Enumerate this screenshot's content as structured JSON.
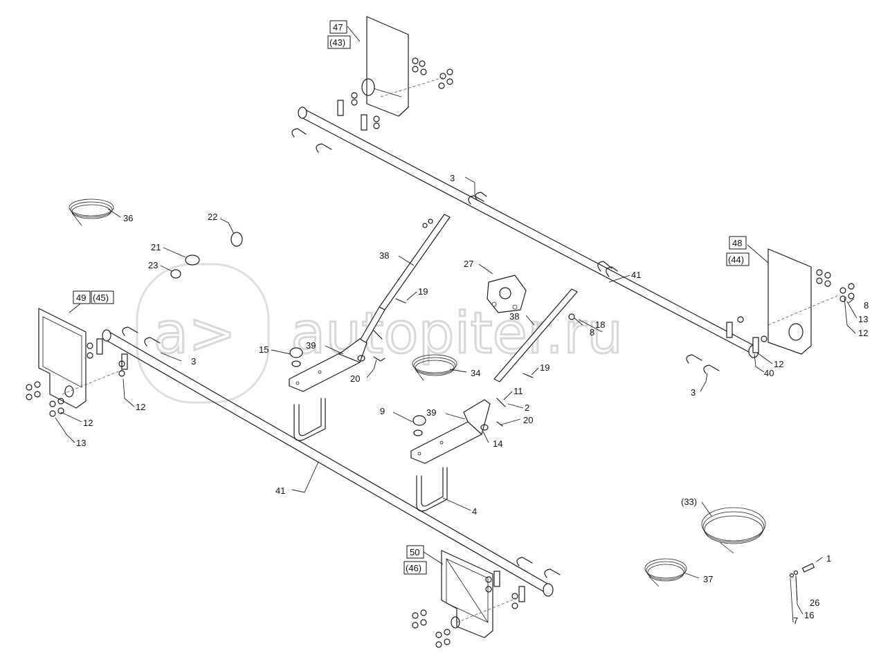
{
  "watermark": {
    "text": "autopiter.ru"
  },
  "labels": {
    "l1": "1",
    "l2": "2",
    "l3a": "3",
    "l3b": "3",
    "l3c": "3",
    "l4": "4",
    "l7": "7",
    "l8a": "8",
    "l8b": "8",
    "l9": "9",
    "l11": "11",
    "l12a": "12",
    "l12b": "12",
    "l12c": "12",
    "l12d": "12",
    "l13a": "13",
    "l13b": "13",
    "l14": "14",
    "l15": "15",
    "l16": "16",
    "l18": "18",
    "l19a": "19",
    "l19b": "19",
    "l20a": "20",
    "l20b": "20",
    "l21": "21",
    "l22": "22",
    "l23": "23",
    "l26": "26",
    "l27": "27",
    "l33": "(33)",
    "l34": "34",
    "l36": "36",
    "l37": "37",
    "l38a": "38",
    "l38b": "38",
    "l39a": "39",
    "l39b": "39",
    "l40": "40",
    "l41a": "41",
    "l41b": "41",
    "b47": "47",
    "p43": "(43)",
    "b48": "48",
    "p44": "(44)",
    "b49": "49",
    "p45": "(45)",
    "b50": "50",
    "p46": "(46)"
  }
}
